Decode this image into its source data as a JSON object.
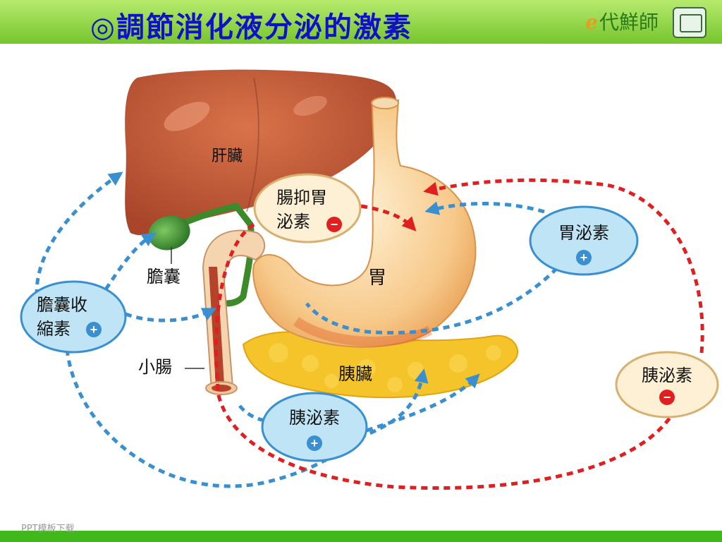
{
  "header": {
    "title": "◎調節消化液分泌的激素",
    "brand_e": "e",
    "brand_text": "代鮮師"
  },
  "footer": {
    "text": "PPT模板下载"
  },
  "colors": {
    "header_green": "#76c52e",
    "title_blue": "#1010c8",
    "blue_arrow": "#3a8fd0",
    "red_arrow": "#e02020",
    "blue_bubble": "#bfe4f6",
    "cream_bubble": "#fdf0d4"
  },
  "organs": {
    "liver": "肝臟",
    "gallbladder": "膽囊",
    "stomach": "胃",
    "small_intestine": "小腸",
    "pancreas": "胰臟"
  },
  "bubbles": {
    "enterogastrone": {
      "line1": "腸抑胃",
      "line2": "泌素",
      "sign": "−"
    },
    "gastrin": {
      "text": "胃泌素",
      "sign": "+"
    },
    "cck": {
      "line1": "膽囊收",
      "line2": "縮素",
      "sign": "+"
    },
    "secretin_left": {
      "text": "胰泌素",
      "sign": "+"
    },
    "secretin_right": {
      "text": "胰泌素",
      "sign": "−"
    }
  }
}
